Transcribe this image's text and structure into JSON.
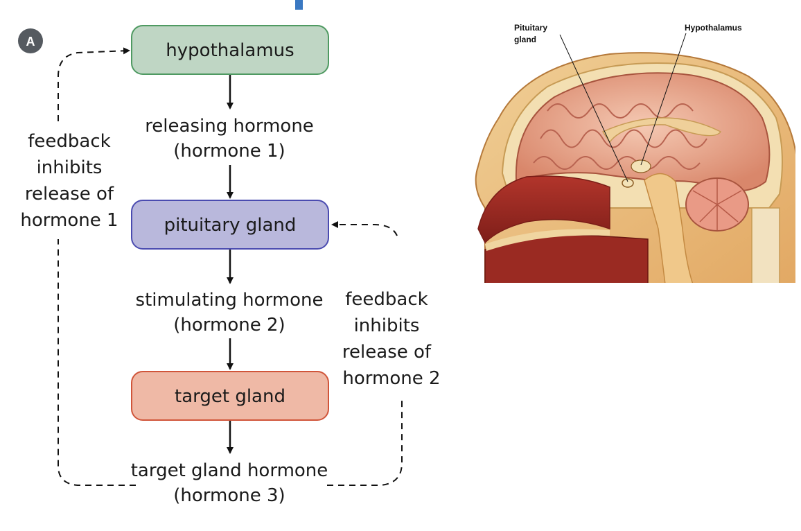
{
  "panel_label": "A",
  "boxes": {
    "hypothalamus": {
      "label": "hypothalamus",
      "fill": "#bfd6c4",
      "stroke": "#4f9a62"
    },
    "pituitary": {
      "label": "pituitary gland",
      "fill": "#b9b8dc",
      "stroke": "#4a4bb0"
    },
    "target": {
      "label": "target gland",
      "fill": "#efb9a6",
      "stroke": "#d0553a"
    }
  },
  "hormones": {
    "h1": {
      "line1": "releasing hormone",
      "line2": "(hormone 1)"
    },
    "h2": {
      "line1": "stimulating hormone",
      "line2": "(hormone 2)"
    },
    "h3": {
      "line1": "target gland hormone",
      "line2": "(hormone 3)"
    }
  },
  "feedback_left": [
    "feedback",
    "inhibits",
    "release of",
    "hormone 1"
  ],
  "feedback_right": [
    "feedback",
    "inhibits",
    "release of",
    "hormone 2"
  ],
  "anatomy": {
    "label_pituitary": [
      "Pituitary",
      "gland"
    ],
    "label_hypothalamus": "Hypothalamus"
  },
  "colors": {
    "accent_blue": "#3a78c2",
    "panel_badge": "#555a60"
  }
}
